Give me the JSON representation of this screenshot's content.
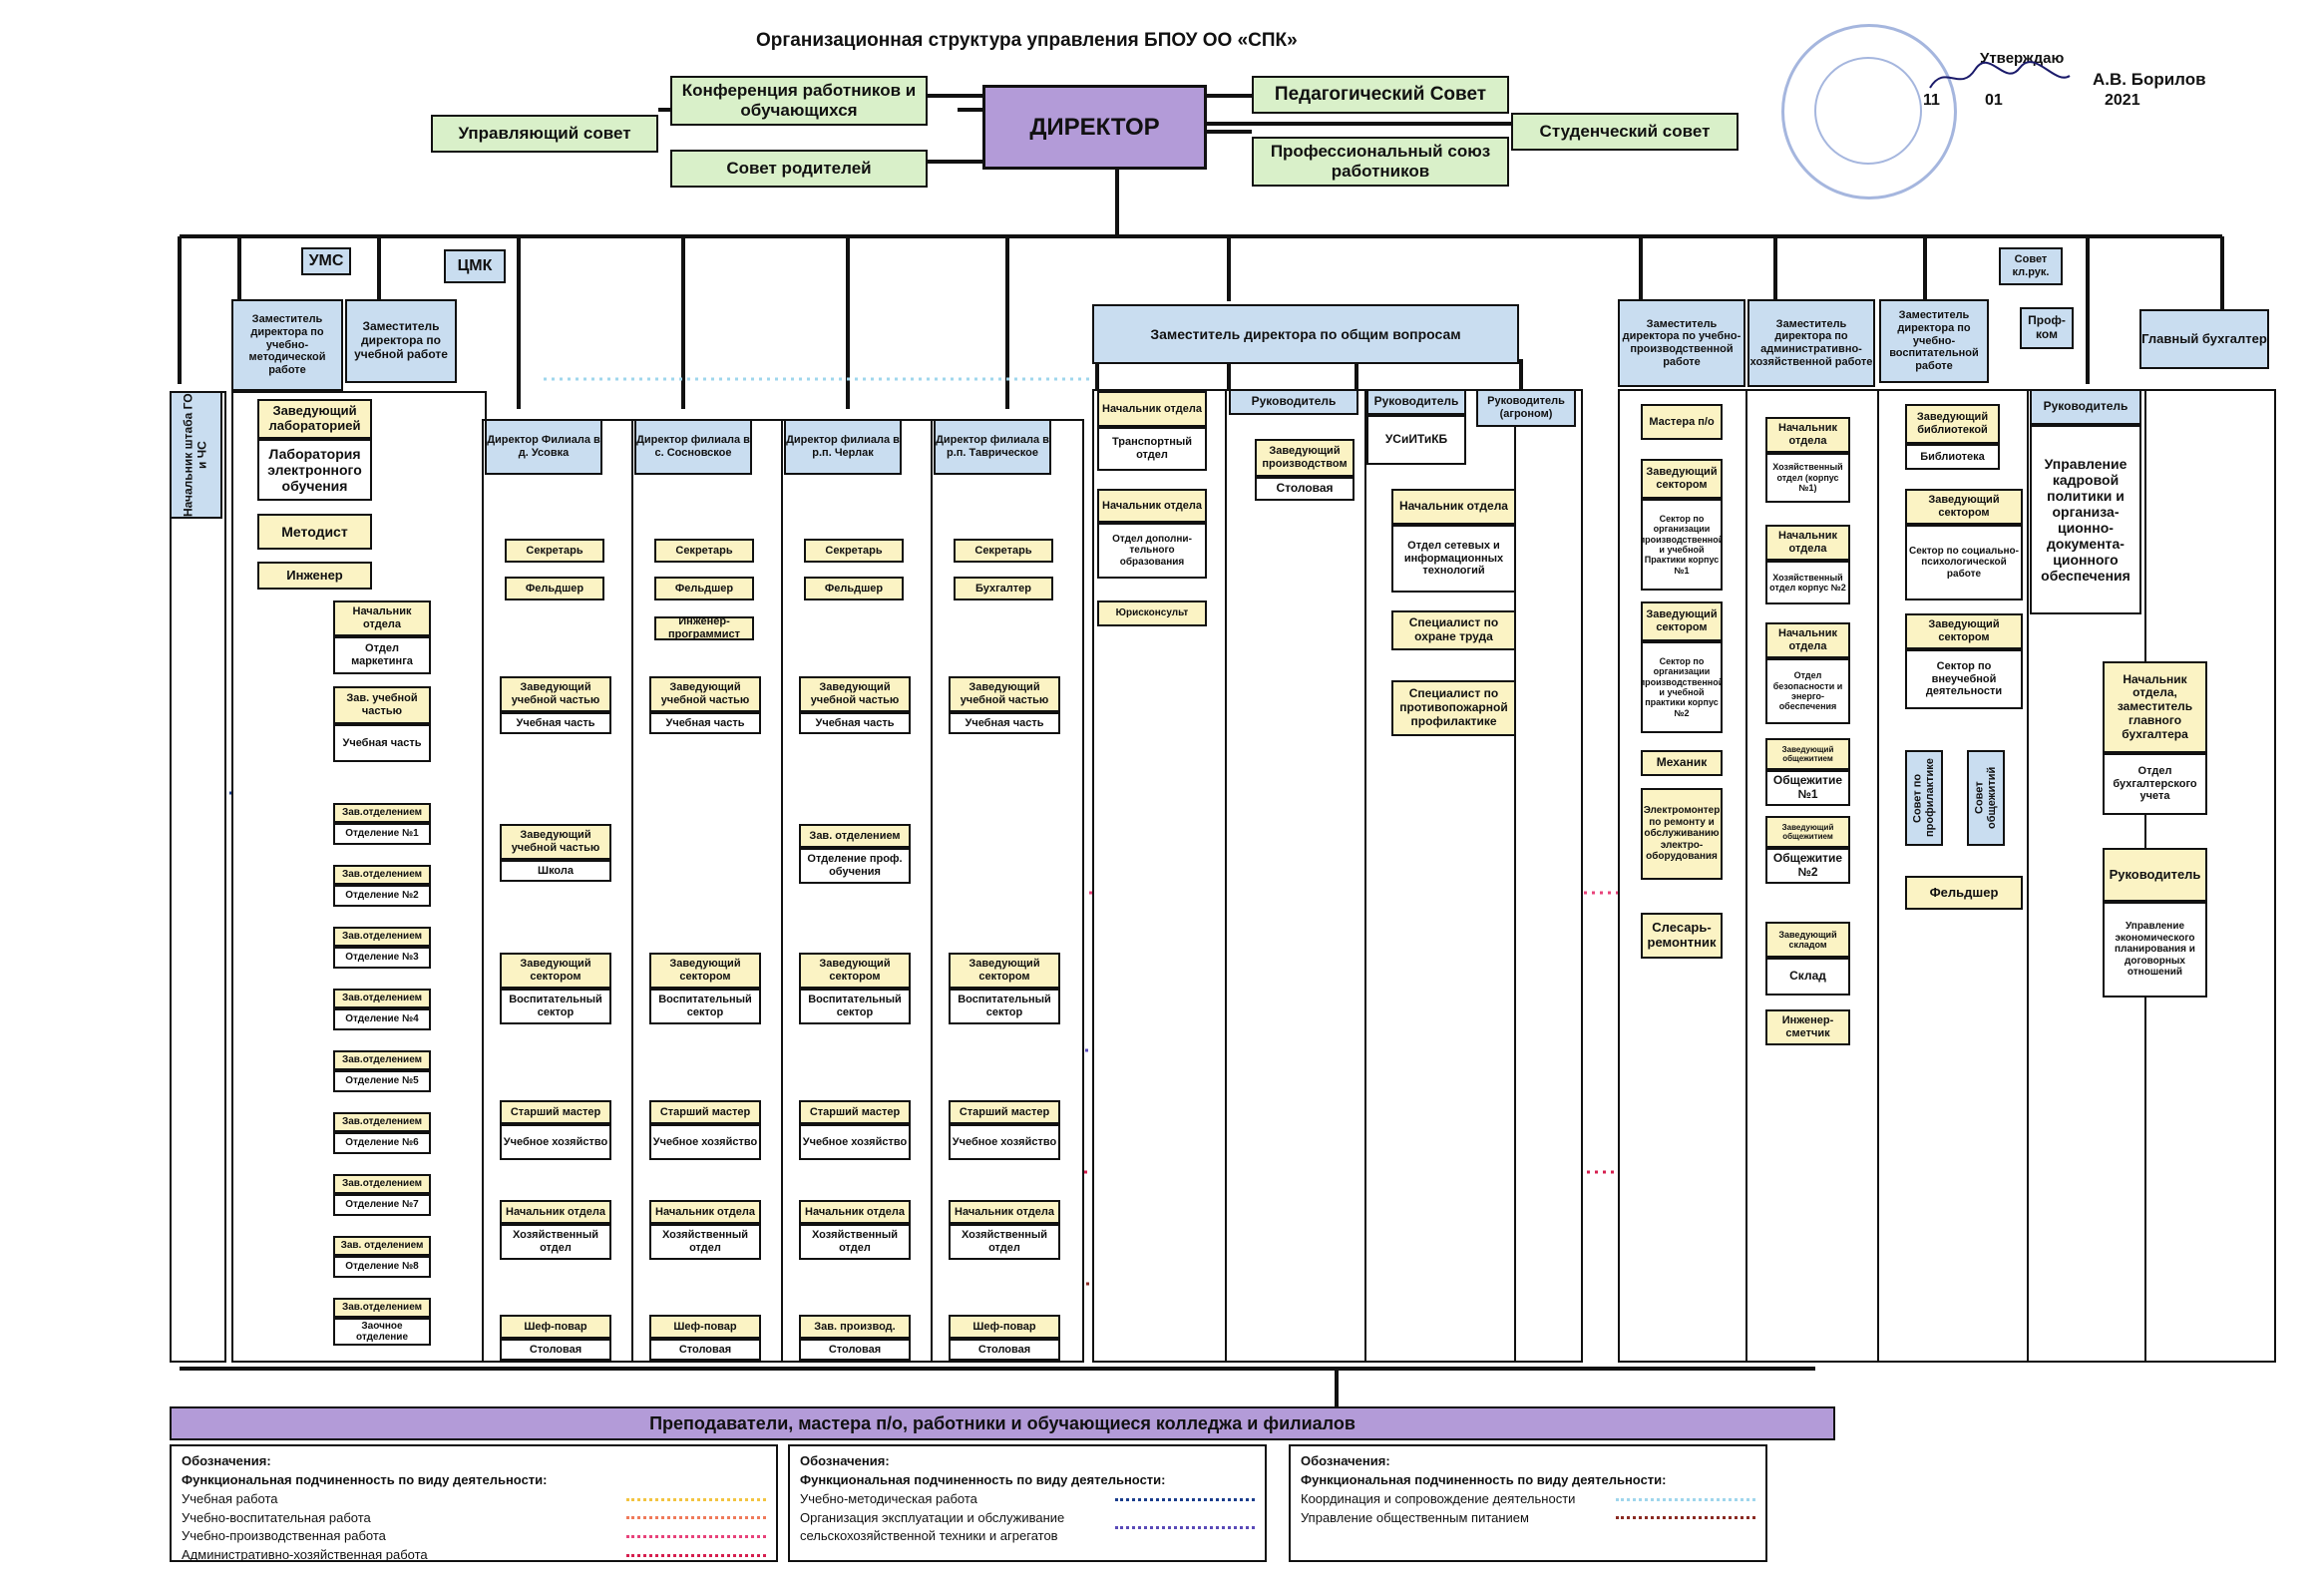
{
  "title": "Организационная структура управления  БПОУ ОО «СПК»",
  "approval": {
    "approve": "Утверждаю",
    "signer": "А.В. Борилов",
    "day": "11",
    "month": "01",
    "year": "2021"
  },
  "top": {
    "director": "ДИРЕКТОР",
    "conference": "Конференция работников и обучающихся",
    "governing_council": "Управляющий совет",
    "parents_council": "Совет родителей",
    "pedagogical_council": "Педагогический Совет",
    "trade_union": "Профессиональный союз работников",
    "student_council": "Студенческий совет"
  },
  "ums": "УМС",
  "cmk": "ЦМК",
  "deputies": {
    "gochs": "Начальник штаба ГО и ЧС",
    "umr": "Заместитель директора по учебно-методической работе",
    "ur": "Заместитель директора по учебной работе",
    "general": "Заместитель директора по общим вопросам",
    "upr": "Заместитель директора по учебно-производственной работе",
    "ahr": "Заместитель директора по административно-хозяйственной работе",
    "vr": "Заместитель директора по учебно-воспитательной работе",
    "accountant": "Главный бухгалтер"
  },
  "umr_items": {
    "lab_head": "Заведующий лабораторией",
    "lab": "Лаборатория электронного обучения",
    "methodist": "Методист",
    "engineer": "Инженер"
  },
  "ur_items": {
    "marketing_head": "Начальник отдела",
    "marketing": "Отдел маркетинга",
    "study_head": "Зав. учебной частью",
    "study": "Учебная часть",
    "departments": [
      {
        "head": "Зав.отделением",
        "name": "Отделение №1"
      },
      {
        "head": "Зав.отделением",
        "name": "Отделение №2"
      },
      {
        "head": "Зав.отделением",
        "name": "Отделение №3"
      },
      {
        "head": "Зав.отделением",
        "name": "Отделение №4"
      },
      {
        "head": "Зав.отделением",
        "name": "Отделение №5"
      },
      {
        "head": "Зав.отделением",
        "name": "Отделение №6"
      },
      {
        "head": "Зав.отделением",
        "name": "Отделение №7"
      },
      {
        "head": "Зав. отделением",
        "name": "Отделение №8"
      },
      {
        "head": "Зав.отделением",
        "name": "Заочное отделение"
      }
    ]
  },
  "branches": [
    {
      "title": "Директор Филиала в д. Усовка",
      "items": [
        {
          "head": "Секретарь"
        },
        {
          "head": "Фельдшер"
        },
        {
          "head": "Заведующий учебной частью",
          "unit": "Учебная часть"
        },
        {
          "head": "Заведующий учебной частью",
          "unit": "Школа"
        },
        {
          "head": "Заведующий сектором",
          "unit": "Воспитательный сектор"
        },
        {
          "head": "Старший мастер",
          "unit": "Учебное хозяйство"
        },
        {
          "head": "Начальник отдела",
          "unit": "Хозяйственный отдел"
        },
        {
          "head": "Шеф-повар",
          "unit": "Столовая"
        }
      ]
    },
    {
      "title": "Директор филиала в с. Сосновское",
      "items": [
        {
          "head": "Секретарь"
        },
        {
          "head": "Фельдшер"
        },
        {
          "head": "Инженер-программист"
        },
        {
          "head": "Заведующий учебной частью",
          "unit": "Учебная часть"
        },
        {
          "head": "Заведующий сектором",
          "unit": "Воспитательный сектор"
        },
        {
          "head": "Старший мастер",
          "unit": "Учебное хозяйство"
        },
        {
          "head": "Начальник отдела",
          "unit": "Хозяйственный отдел"
        },
        {
          "head": "Шеф-повар",
          "unit": "Столовая"
        }
      ]
    },
    {
      "title": "Директор филиала в р.п. Черлак",
      "items": [
        {
          "head": "Секретарь"
        },
        {
          "head": "Фельдшер"
        },
        {
          "head": "Заведующий учебной частью",
          "unit": "Учебная часть"
        },
        {
          "head": "Зав. отделением",
          "unit": "Отделение проф. обучения"
        },
        {
          "head": "Заведующий сектором",
          "unit": "Воспитательный сектор"
        },
        {
          "head": "Старший мастер",
          "unit": "Учебное хозяйство"
        },
        {
          "head": "Начальник отдела",
          "unit": "Хозяйственный отдел"
        },
        {
          "head": "Зав. производ.",
          "unit": "Столовая"
        }
      ]
    },
    {
      "title": "Директор филиала в р.п. Таврическое",
      "items": [
        {
          "head": "Секретарь"
        },
        {
          "head": "Бухгалтер"
        },
        {
          "head": "Заведующий учебной частью",
          "unit": "Учебная часть"
        },
        {
          "head": "Заведующий сектором",
          "unit": "Воспитательный сектор"
        },
        {
          "head": "Старший мастер",
          "unit": "Учебное хозяйство"
        },
        {
          "head": "Начальник отдела",
          "unit": "Хозяйственный отдел"
        },
        {
          "head": "Шеф-повар",
          "unit": "Столовая"
        }
      ]
    }
  ],
  "general_items": {
    "transport_head": "Начальник отдела",
    "transport": "Транспортный отдел",
    "dop_head": "Начальник отдела",
    "dop": "Отдел дополни-тельного образования",
    "lawyer": "Юрисконсульт",
    "canteen_lead": "Руководитель",
    "canteen_head": "Заведующий производством",
    "canteen": "Столовая",
    "it_lead": "Руководитель",
    "it_unit": "УСиИТиКБ",
    "it_head": "Начальник отдела",
    "it_dept": "Отдел сетевых и информационных технологий",
    "safety": "Специалист по охране труда",
    "fire": "Специалист по противопожарной профилактике",
    "agro_lead": "Руководитель (агроном)"
  },
  "upr_items": {
    "masters": "Мастера п/о",
    "sector1_head": "Заведующий сектором",
    "sector1": "Сектор по организации производственной и учебной Практики корпус №1",
    "sector2_head": "Заведующий сектором",
    "sector2": "Сектор по организации производственной и учебной практики корпус №2",
    "mechanic": "Механик",
    "electrician": "Электромонтер по ремонту и обслуживанию электро-оборудования",
    "locksmith": "Слесарь-ремонтник"
  },
  "ahr_items": {
    "h1": "Начальник отдела",
    "d1": "Хозяйственный отдел (корпус №1)",
    "h2": "Начальник отдела",
    "d2": "Хозяйственный отдел корпус №2",
    "h3": "Начальник отдела",
    "d3": "Отдел безопасности и энерго-обеспечения",
    "dorm1_head": "Заведующий общежитием",
    "dorm1": "Общежитие №1",
    "dorm2_head": "Заведующий общежитием",
    "dorm2": "Общежитие №2",
    "store_head": "Заведующий складом",
    "store": "Склад",
    "estimator": "Инженер-сметчик"
  },
  "vr_items": {
    "class_council": "Совет кл.рук.",
    "profcom": "Проф-ком",
    "library_head": "Заведующий библиотекой",
    "library": "Библиотека",
    "psych_head": "Заведующий сектором",
    "psych": "Сектор по социально-психологической работе",
    "extra_head": "Заведующий сектором",
    "extra": "Сектор по внеучебной деятельности",
    "prevention_council": "Совет по профилактике",
    "dorm_council": "Совет общежитий",
    "medic": "Фельдшер"
  },
  "hr": {
    "lead": "Руководитель",
    "unit": "Управление кадровой политики и организа-ционно-документа-ционного обеспечения"
  },
  "acc_items": {
    "head": "Начальник отдела, заместитель главного бухгалтера",
    "dept": "Отдел бухгалтерского учета",
    "econ_lead": "Руководитель",
    "econ": "Управление экономического планирования и договорных отношений"
  },
  "bottom_bar": "Преподаватели, мастера п/о, работники и обучающиеся колледжа и филиалов",
  "legend": [
    {
      "title": "Обозначения:",
      "subtitle": "Функциональная подчиненность по виду деятельности:",
      "rows": [
        {
          "label": "Учебная работа",
          "color": "#f3c440"
        },
        {
          "label": "Учебно-воспитательная работа",
          "color": "#f07a5a"
        },
        {
          "label": "Учебно-производственная работа",
          "color": "#e8427a"
        },
        {
          "label": "Административно-хозяйственная работа",
          "color": "#d61f4f"
        }
      ]
    },
    {
      "title": "Обозначения:",
      "subtitle": "Функциональная подчиненность по виду деятельности:",
      "rows": [
        {
          "label": "Учебно-методическая работа",
          "color": "#1a3d8c"
        },
        {
          "label": "Организация эксплуатации и обслуживание сельскохозяйственной техники и агрегатов",
          "color": "#5a4ab8"
        }
      ]
    },
    {
      "title": "Обозначения:",
      "subtitle": "Функциональная подчиненность по виду деятельности:",
      "rows": [
        {
          "label": "Координация и сопровождение деятельности",
          "color": "#9fd6ec"
        },
        {
          "label": "Управление общественным питанием",
          "color": "#8a2a22"
        }
      ]
    }
  ]
}
